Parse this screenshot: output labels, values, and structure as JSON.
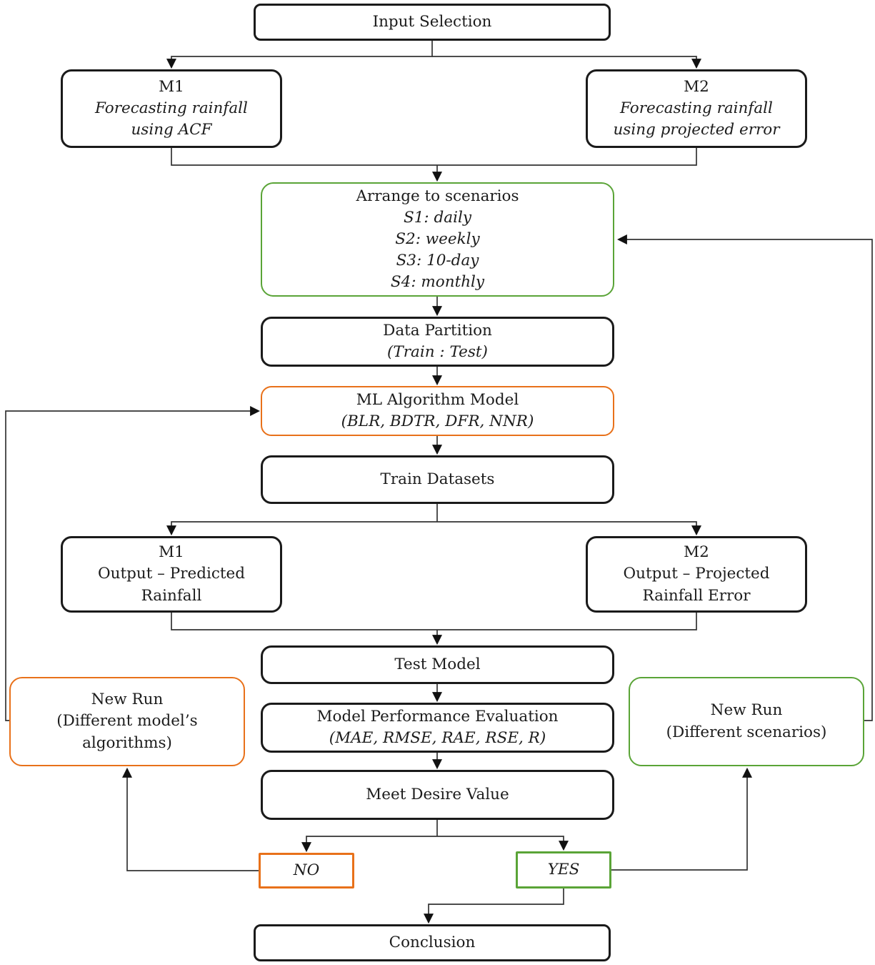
{
  "figure": {
    "type": "flowchart",
    "colors": {
      "box_border": "#1A1A1A",
      "accent_green": "#5AA437",
      "accent_orange": "#E8711A",
      "connector": "#333333",
      "background": "#FFFFFF"
    }
  },
  "nodes": {
    "input_selection": {
      "lines": [
        "Input Selection"
      ]
    },
    "m1_forecast": {
      "lines": [
        "M1",
        "Forecasting rainfall",
        "using ACF"
      ]
    },
    "m2_forecast": {
      "lines": [
        "M2",
        "Forecasting rainfall",
        "using projected error"
      ]
    },
    "arrange_scenarios": {
      "lines": [
        "Arrange to scenarios",
        "S1: daily",
        "S2: weekly",
        "S3: 10-day",
        "S4: monthly"
      ]
    },
    "data_partition": {
      "lines": [
        "Data Partition",
        "(Train : Test)"
      ]
    },
    "ml_algorithm": {
      "lines": [
        "ML Algorithm Model",
        "(BLR, BDTR, DFR, NNR)"
      ]
    },
    "train_datasets": {
      "lines": [
        "Train Datasets"
      ]
    },
    "m1_output": {
      "lines": [
        "M1",
        "Output – Predicted",
        "Rainfall"
      ]
    },
    "m2_output": {
      "lines": [
        "M2",
        "Output – Projected",
        "Rainfall Error"
      ]
    },
    "test_model": {
      "lines": [
        "Test Model"
      ]
    },
    "model_performance": {
      "lines": [
        "Model Performance Evaluation",
        "(MAE, RMSE, RAE, RSE, R)"
      ]
    },
    "meet_desire": {
      "lines": [
        "Meet Desire Value"
      ]
    },
    "no_label": {
      "lines": [
        "NO"
      ]
    },
    "yes_label": {
      "lines": [
        "YES"
      ]
    },
    "new_run_algorithms": {
      "lines": [
        "New Run",
        "(Different model’s",
        "algorithms)"
      ]
    },
    "new_run_scenarios": {
      "lines": [
        "New Run",
        "(Different scenarios)"
      ]
    },
    "conclusion": {
      "lines": [
        "Conclusion"
      ]
    }
  },
  "edges": [
    {
      "from": "Input Selection",
      "to": "M1 Forecasting rainfall using ACF"
    },
    {
      "from": "Input Selection",
      "to": "M2 Forecasting rainfall using projected error"
    },
    {
      "from": "M1 Forecasting rainfall using ACF",
      "to": "Arrange to scenarios"
    },
    {
      "from": "M2 Forecasting rainfall using projected error",
      "to": "Arrange to scenarios"
    },
    {
      "from": "Arrange to scenarios",
      "to": "Data Partition"
    },
    {
      "from": "Data Partition",
      "to": "ML Algorithm Model"
    },
    {
      "from": "ML Algorithm Model",
      "to": "Train Datasets"
    },
    {
      "from": "Train Datasets",
      "to": "M1 Output – Predicted Rainfall"
    },
    {
      "from": "Train Datasets",
      "to": "M2 Output – Projected Rainfall Error"
    },
    {
      "from": "M1 Output – Predicted Rainfall",
      "to": "Test Model"
    },
    {
      "from": "M2 Output – Projected Rainfall Error",
      "to": "Test Model"
    },
    {
      "from": "Test Model",
      "to": "Model Performance Evaluation"
    },
    {
      "from": "Model Performance Evaluation",
      "to": "Meet Desire Value"
    },
    {
      "from": "Meet Desire Value",
      "to": "NO"
    },
    {
      "from": "Meet Desire Value",
      "to": "YES"
    },
    {
      "from": "NO",
      "to": "New Run (Different model’s algorithms)"
    },
    {
      "from": "New Run (Different model’s algorithms)",
      "to": "ML Algorithm Model"
    },
    {
      "from": "YES",
      "to": "New Run (Different scenarios)"
    },
    {
      "from": "New Run (Different scenarios)",
      "to": "Arrange to scenarios"
    },
    {
      "from": "YES",
      "to": "Conclusion"
    }
  ]
}
